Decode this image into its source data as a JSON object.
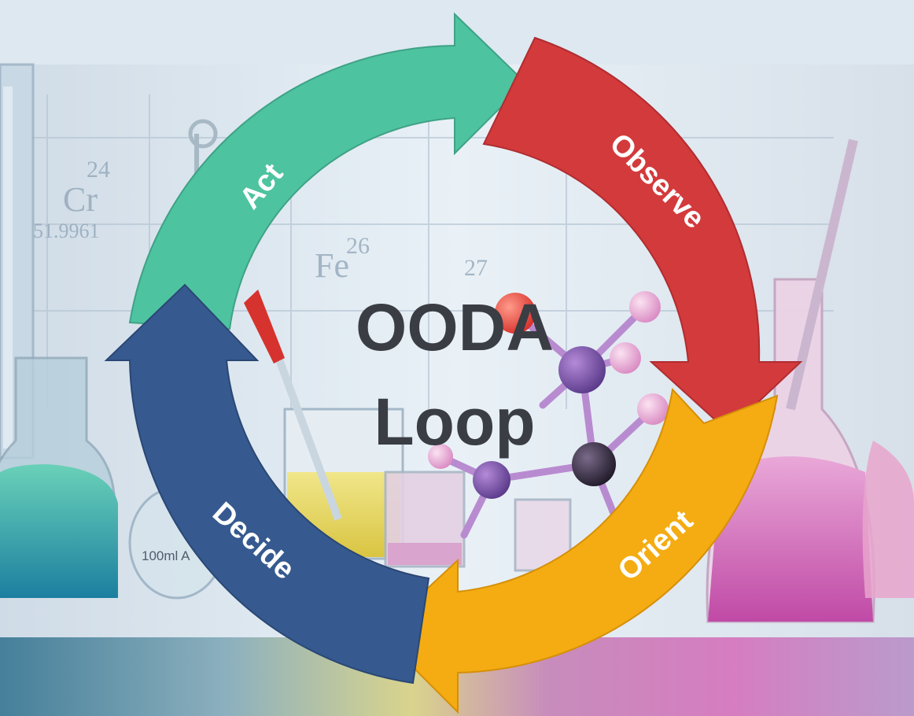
{
  "title": {
    "line1": "OODA",
    "line2": "Loop"
  },
  "stages": [
    {
      "label": "Observe",
      "color": "#d33a3c"
    },
    {
      "label": "Orient",
      "color": "#f4ac12"
    },
    {
      "label": "Decide",
      "color": "#365a8f"
    },
    {
      "label": "Act",
      "color": "#4ec3a0"
    }
  ],
  "background": {
    "description_icons": [
      "flask-icon",
      "beaker-icon",
      "molecule-icon",
      "test-tube-icon",
      "periodic-table-background"
    ],
    "element_tiles": [
      {
        "number": "24",
        "symbol": "Cr",
        "mass": "51.9961"
      },
      {
        "number": "26",
        "symbol": "Fe",
        "mass": ""
      },
      {
        "number": "27",
        "symbol": "",
        "mass": ""
      }
    ],
    "vessel_marking": "100ml A"
  }
}
